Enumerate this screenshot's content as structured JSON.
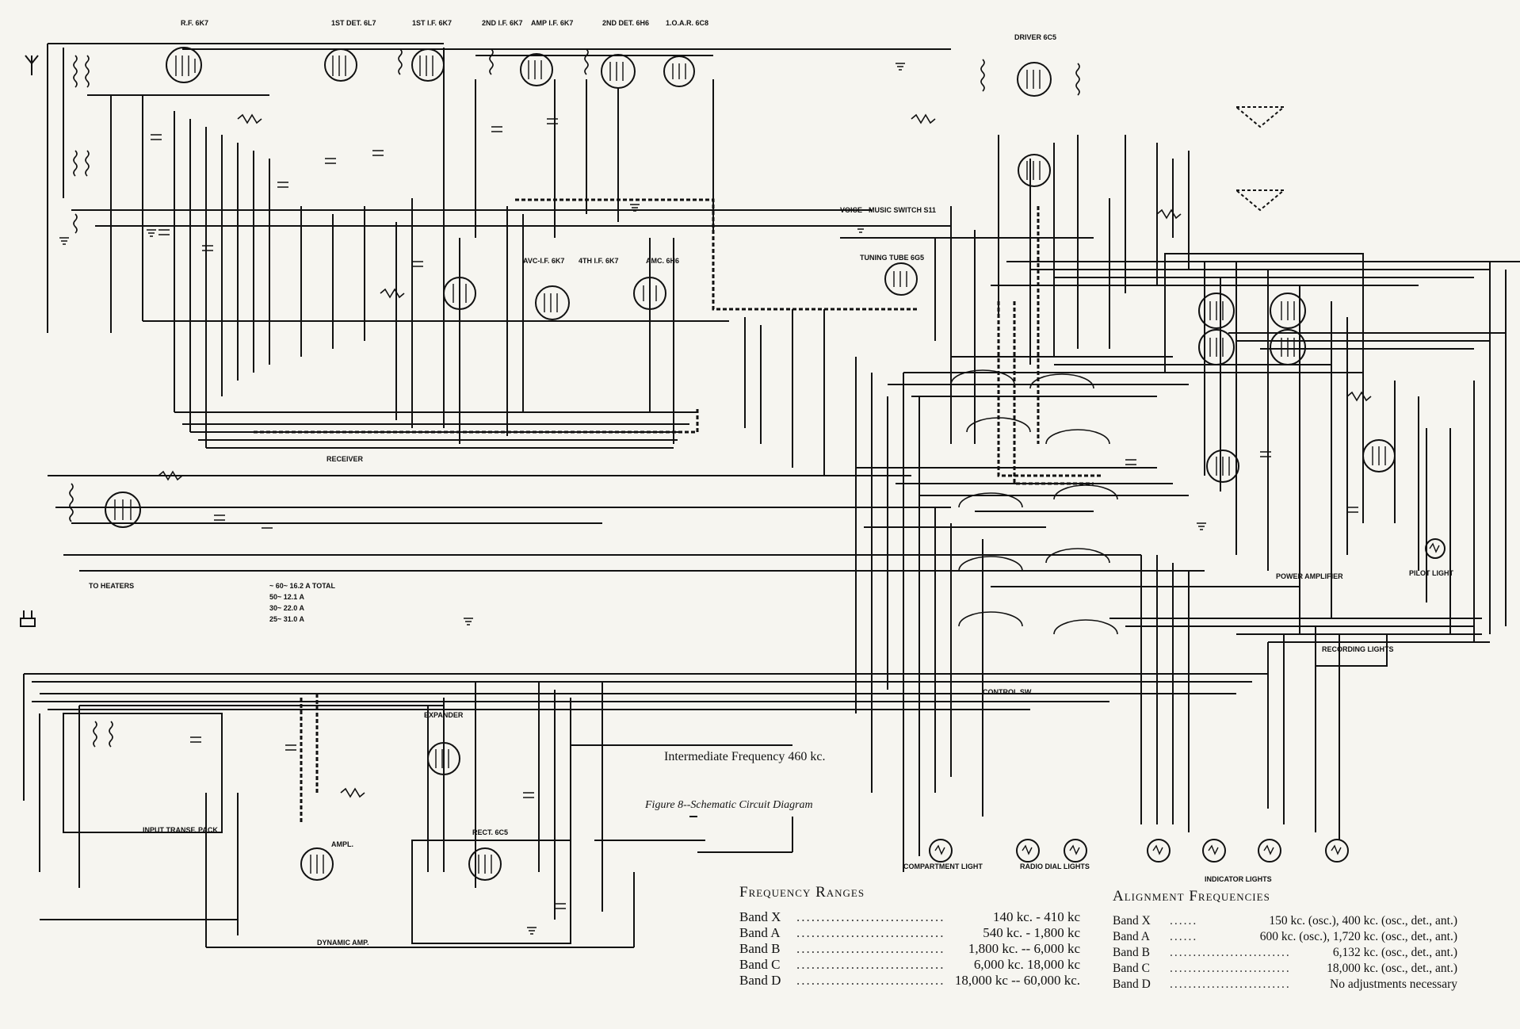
{
  "labels": {
    "rf": "R.F. 6K7",
    "det1": "1ST DET. 6L7",
    "if1": "1ST I.F. 6K7",
    "if2": "2ND I.F. 6K7",
    "amp_if": "AMP I.F. 6K7",
    "det2": "2ND DET. 6H6",
    "iar": "1.O.A.R. 6C8",
    "driver": "DRIVER 6C5",
    "avc_if": "AVC-I.F. 6K7",
    "if4": "4TH I.F. 6K7",
    "amc": "AMC. 6H6",
    "tuning_tube": "TUNING TUBE 6G5",
    "voice_music": "VOICE - MUSIC SWITCH S11",
    "receiver": "RECEIVER",
    "heaters": "TO HEATERS",
    "power_amp": "POWER AMPLIFIER",
    "pilot_light": "PILOT LIGHT",
    "recording_lights": "RECORDING LIGHTS",
    "control_sw": "CONTROL SW",
    "expander": "EXPANDER",
    "amplifier": "AMPL.",
    "rect": "RECT. 6C5",
    "dynamic_amp": "DYNAMIC AMP.",
    "input_trans": "INPUT TRANSF. PACK",
    "compartment_light": "COMPARTMENT LIGHT",
    "radio_dial_lights": "RADIO DIAL LIGHTS",
    "indicator_lights": "INDICATOR LIGHTS",
    "tone_table": [
      "~ 60~ 16.2 A TOTAL",
      "50~ 12.1 A",
      "30~ 22.0 A",
      "25~ 31.0 A"
    ]
  },
  "caption": {
    "if": "Intermediate Frequency 460 kc.",
    "figure": "Figure 8--Schematic Circuit Diagram"
  },
  "frequency_ranges": {
    "title": "Frequency Ranges",
    "rows": [
      {
        "band": "Band X",
        "value": "140 kc. - 410 kc"
      },
      {
        "band": "Band A",
        "value": "540 kc. - 1,800 kc"
      },
      {
        "band": "Band B",
        "value": "1,800 kc. -- 6,000 kc"
      },
      {
        "band": "Band C",
        "value": "6,000 kc. 18,000 kc"
      },
      {
        "band": "Band D",
        "value": "18,000 kc -- 60,000 kc."
      }
    ]
  },
  "alignment_frequencies": {
    "title": "Alignment Frequencies",
    "rows": [
      {
        "band": "Band X",
        "value": "150 kc. (osc.), 400 kc. (osc., det., ant.)"
      },
      {
        "band": "Band A",
        "value": "600 kc. (osc.), 1,720 kc. (osc., det., ant.)"
      },
      {
        "band": "Band B",
        "value": "6,132 kc. (osc., det., ant.)"
      },
      {
        "band": "Band C",
        "value": "18,000 kc. (osc., det., ant.)"
      },
      {
        "band": "Band D",
        "value": "No adjustments necessary"
      }
    ]
  },
  "colors": {
    "ink": "#111111",
    "paper": "#f6f5f0"
  }
}
